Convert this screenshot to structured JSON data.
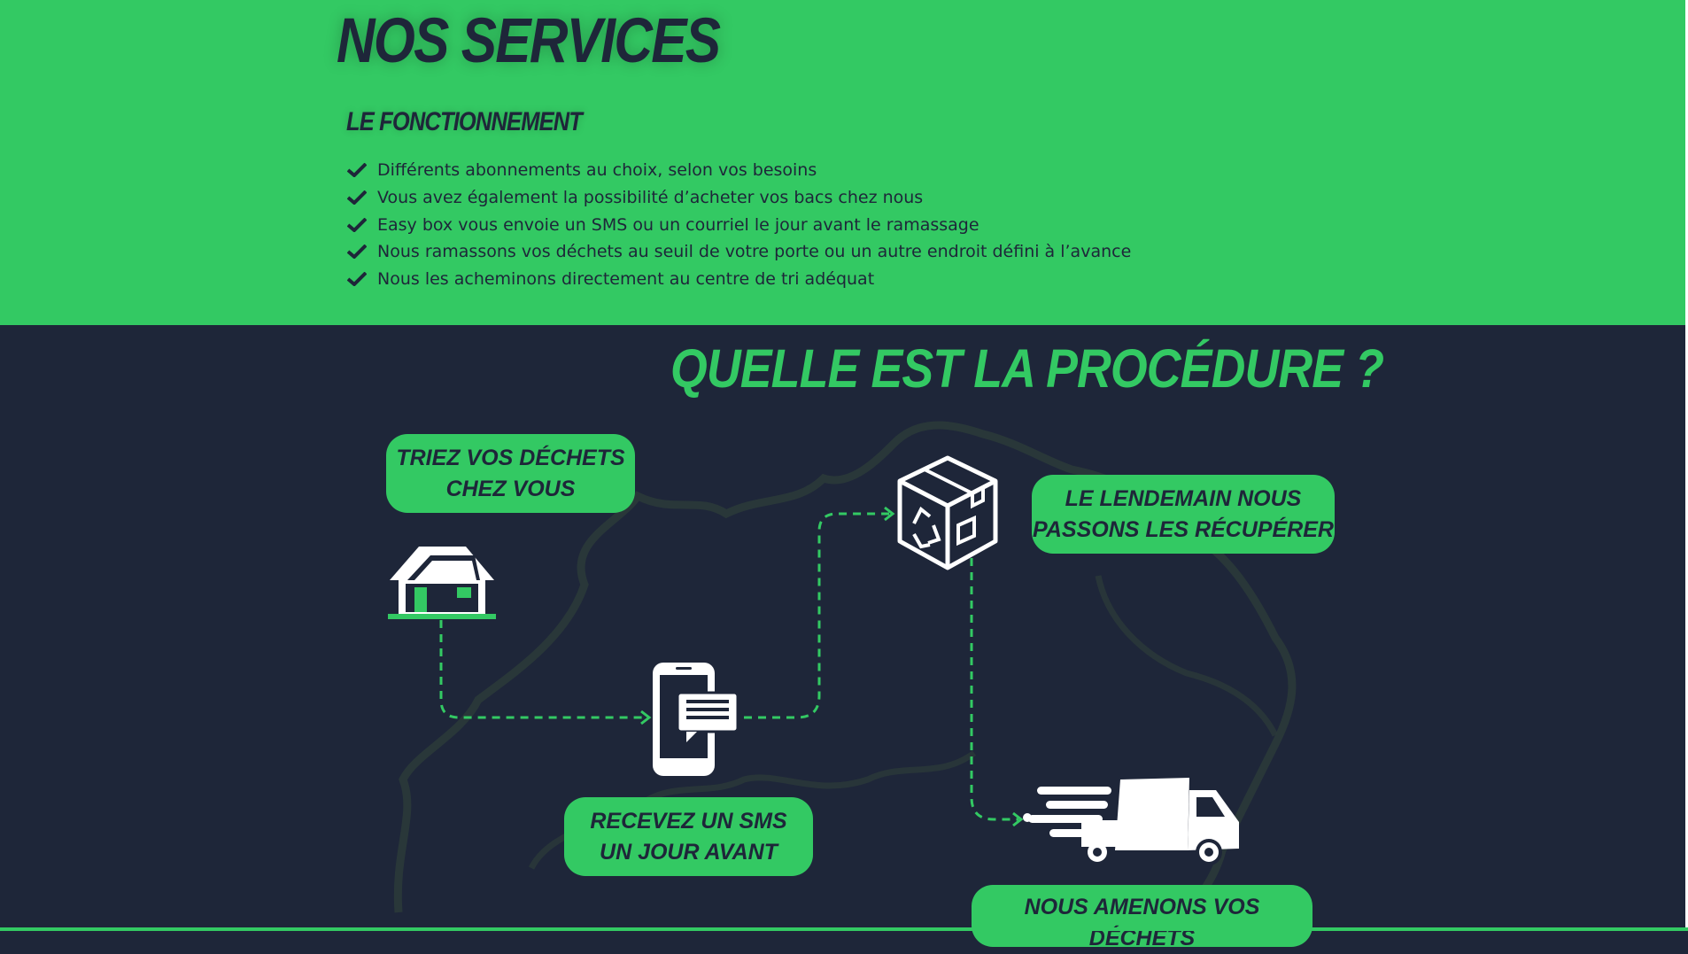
{
  "services": {
    "title": "NOS SERVICES",
    "subtitle": "LE FONCTIONNEMENT",
    "features": [
      "Différents abonnements au choix, selon vos besoins",
      "Vous avez également la possibilité d’acheter vos bacs chez nous",
      "Easy box vous envoie un SMS ou un courriel le jour avant le ramassage",
      "Nous ramassons vos déchets au seuil de votre porte ou un autre endroit défini à l’avance",
      "Nous les acheminons directement au centre de tri adéquat"
    ]
  },
  "procedure": {
    "title": "QUELLE EST LA PROCÉDURE ?",
    "steps": [
      {
        "line1": "TRIEZ VOS DÉCHETS",
        "line2": "CHEZ VOUS",
        "icon": "house-icon"
      },
      {
        "line1": "RECEVEZ UN SMS",
        "line2": "UN JOUR AVANT",
        "icon": "smartphone-message-icon"
      },
      {
        "line1": "LE LENDEMAIN NOUS",
        "line2": "PASSONS LES RÉCUPÉRER",
        "icon": "recycling-box-icon"
      },
      {
        "line1": "NOUS AMENONS VOS DÉCHETS",
        "line2": "",
        "icon": "delivery-truck-icon"
      }
    ]
  },
  "colors": {
    "accent_green": "#33c963",
    "navy": "#1e2639",
    "white": "#ffffff"
  }
}
